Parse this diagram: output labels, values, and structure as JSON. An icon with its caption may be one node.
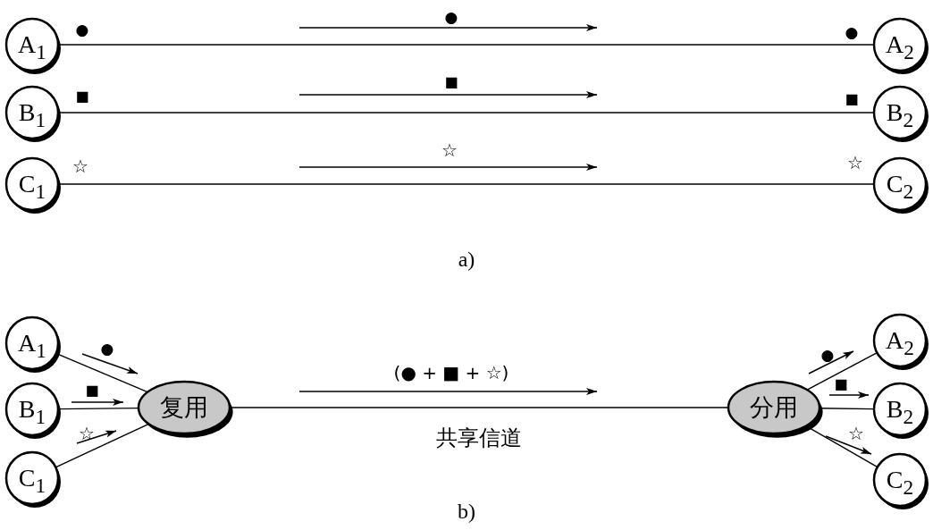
{
  "diagram": {
    "nodes": [
      {
        "text": [
          "A$_{1}$"
        ]
      },
      {
        "text": [
          "B$_{1}$"
        ]
      },
      {
        "text": [
          "C$_{1}$"
        ]
      },
      {
        "text": [
          "A$_{2}$"
        ]
      },
      {
        "text": [
          "B$_{2}$"
        ]
      },
      {
        "text": [
          "C$_{2}$"
        ]
      },
      {
        "text": [
          "A$_{1}$"
        ]
      },
      {
        "text": [
          "B$_{1}$"
        ]
      },
      {
        "text": [
          "C$_{1}$"
        ]
      },
      {
        "text": [
          "复用"
        ]
      },
      {
        "text": [
          "分用"
        ]
      },
      {
        "text": [
          "A$_{2}$"
        ]
      },
      {
        "text": [
          "B$_{2}$"
        ]
      },
      {
        "text": [
          "C$_{2}$"
        ]
      }
    ],
    "edges": [
      {
        "from": 0,
        "to": 3,
        "arrow": "none"
      },
      {
        "from": 1,
        "to": 4,
        "arrow": "none"
      },
      {
        "from": 2,
        "to": 5,
        "arrow": "none"
      },
      {
        "from": 6,
        "to": 9,
        "arrow": "none"
      },
      {
        "from": 7,
        "to": 9,
        "arrow": "none"
      },
      {
        "from": 8,
        "to": 9,
        "arrow": "none"
      },
      {
        "from": 9,
        "to": 10,
        "arrow": "none",
        "label": "共享信道"
      },
      {
        "from": 10,
        "to": 11,
        "arrow": "none"
      },
      {
        "from": 10,
        "to": 12,
        "arrow": "none"
      },
      {
        "from": 10,
        "to": 13,
        "arrow": "none"
      }
    ],
    "labels": [
      "●",
      "●",
      "●",
      "■",
      "■",
      "■",
      "☆",
      "☆",
      "☆",
      "a)",
      "●",
      "■",
      "☆",
      "(● + ■ + ☆)",
      "●",
      "■",
      "☆",
      "b)"
    ]
  }
}
